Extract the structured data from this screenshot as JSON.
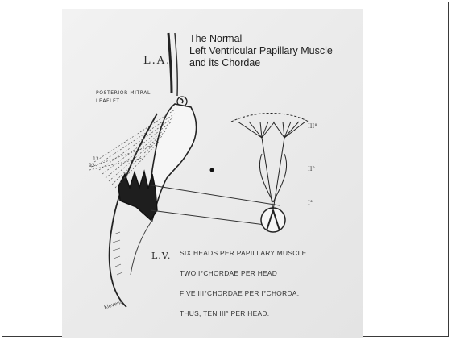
{
  "title_lines": [
    "The Normal",
    "Left Ventricular Papillary Muscle",
    "and its Chordae"
  ],
  "labels": {
    "left_atrium": "L.A.",
    "left_ventricle": "L.V.",
    "posterior_mitral_leaflet": "POSTERIOR MITRAL LEAFLET",
    "third_order": "III°",
    "second_order": "II°",
    "first_order": "I°",
    "num_12": "12",
    "num_92": "92",
    "signature": "Klevens"
  },
  "notes": [
    "SIX HEADS PER PAPILLARY MUSCLE",
    "TWO I°CHORDAE PER HEAD",
    "FIVE III°CHORDAE PER I°CHORDA.",
    "THUS, TEN III° PER HEAD."
  ]
}
